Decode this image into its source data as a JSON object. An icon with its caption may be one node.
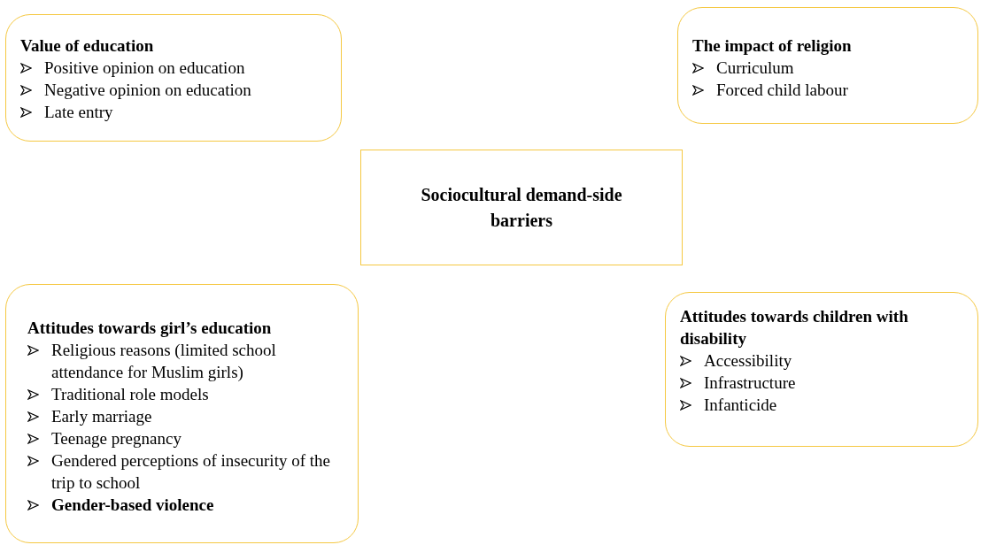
{
  "diagram": {
    "nodes": [
      {
        "text": [
          "Value of education",
          "Positive opinion on education",
          "Negative opinion on education",
          "Late entry"
        ]
      },
      {
        "text": [
          "The impact of religion",
          "Curriculum",
          "Forced child labour"
        ]
      },
      {
        "text": [
          "Sociocultural demand-side barriers"
        ]
      },
      {
        "text": [
          "Attitudes towards girl’s education",
          "Religious reasons (limited school attendance for Muslim girls)",
          "Traditional role models",
          "Early marriage",
          "Teenage pregnancy",
          "Gendered perceptions of insecurity of the trip to school",
          "**Gender-based violence**"
        ]
      },
      {
        "text": [
          "Attitudes towards children with disability",
          "Accessibility",
          "Infrastructure",
          "Infanticide"
        ]
      }
    ],
    "edges": []
  }
}
